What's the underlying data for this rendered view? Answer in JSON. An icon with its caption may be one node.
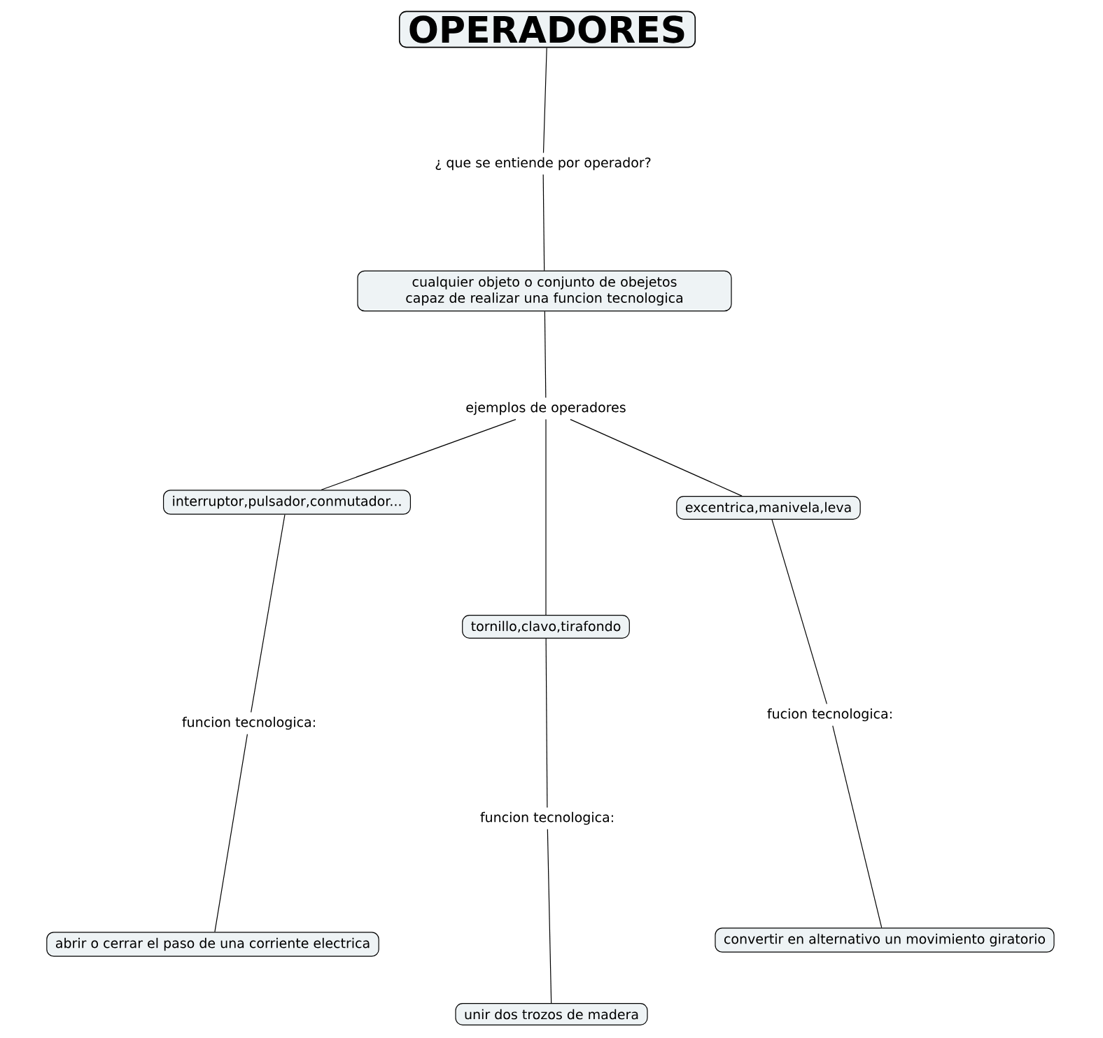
{
  "diagram": {
    "nodes": [
      {
        "text": [
          "OPERADORES"
        ]
      },
      {
        "text": [
          "¿ que se entiende por operador?"
        ]
      },
      {
        "text": [
          "cualquier objeto o conjunto de obejetos capaz de realizar una funcion tecnologica"
        ]
      },
      {
        "text": [
          "ejemplos de operadores"
        ]
      },
      {
        "text": [
          "interruptor,pulsador,conmutador..."
        ]
      },
      {
        "text": [
          "tornillo,clavo,tirafondo"
        ]
      },
      {
        "text": [
          "excentrica,manivela,leva"
        ]
      },
      {
        "text": [
          "funcion tecnologica:"
        ]
      },
      {
        "text": [
          "funcion tecnologica:"
        ]
      },
      {
        "text": [
          "fucion tecnologica:"
        ]
      },
      {
        "text": [
          "abrir o cerrar el paso de una corriente electrica"
        ]
      },
      {
        "text": [
          "unir dos trozos de madera"
        ]
      },
      {
        "text": [
          "convertir en alternativo un movimiento giratorio"
        ]
      }
    ],
    "edges": [
      {
        "from": 0,
        "to": 1,
        "arrow": "none"
      },
      {
        "from": 1,
        "to": 2,
        "arrow": "none"
      },
      {
        "from": 2,
        "to": 3,
        "arrow": "none"
      },
      {
        "from": 3,
        "to": 4,
        "arrow": "none"
      },
      {
        "from": 3,
        "to": 5,
        "arrow": "none"
      },
      {
        "from": 3,
        "to": 6,
        "arrow": "none"
      },
      {
        "from": 4,
        "to": 7,
        "arrow": "none"
      },
      {
        "from": 7,
        "to": 10,
        "arrow": "none"
      },
      {
        "from": 5,
        "to": 8,
        "arrow": "none"
      },
      {
        "from": 8,
        "to": 11,
        "arrow": "none"
      },
      {
        "from": 6,
        "to": 9,
        "arrow": "none"
      },
      {
        "from": 9,
        "to": 12,
        "arrow": "none"
      }
    ]
  }
}
